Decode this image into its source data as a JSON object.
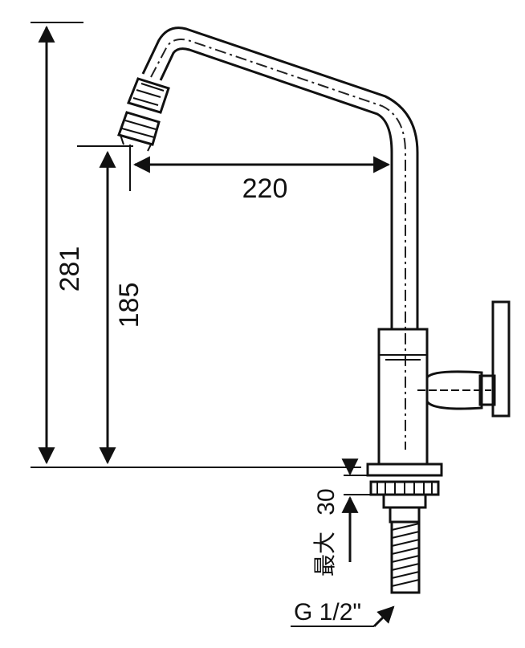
{
  "dimensions": {
    "total_height": "281",
    "spout_height": "185",
    "spout_reach": "220",
    "max_thickness_value": "30",
    "max_thickness_label": "最大",
    "thread": "G 1/2\""
  },
  "colors": {
    "ink": "#111111",
    "background": "#ffffff"
  }
}
